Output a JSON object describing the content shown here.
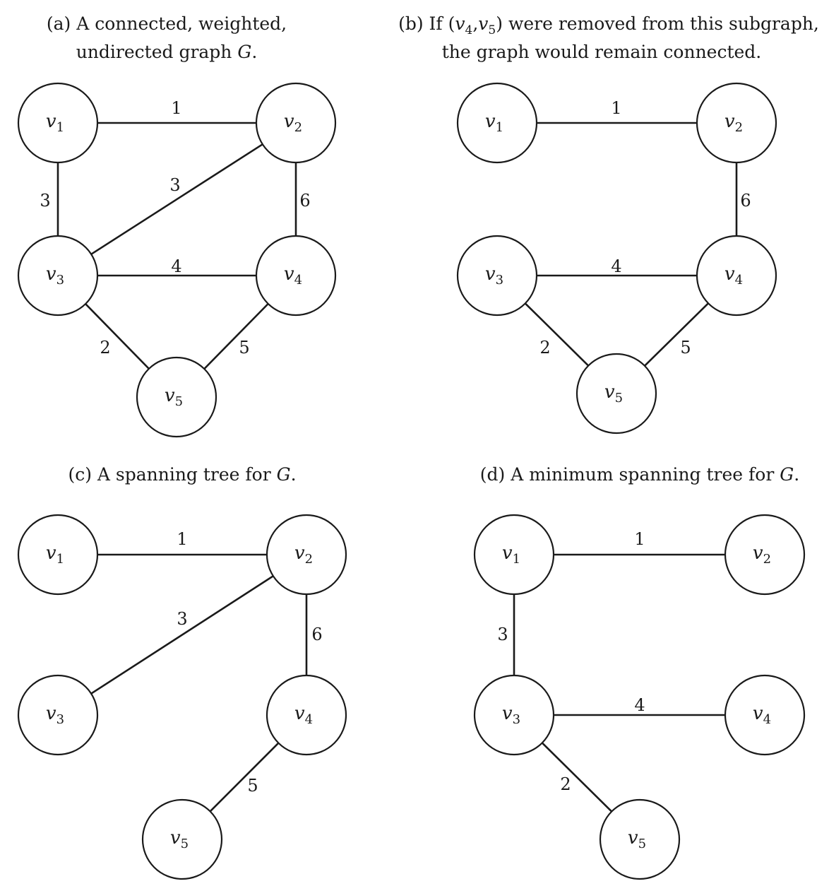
{
  "panels": [
    {
      "id": "a",
      "caption_lines": [
        [
          {
            "text": "(a) A connected, weighted,"
          }
        ],
        [
          {
            "text": "undirected graph "
          },
          {
            "text": "G",
            "italic": true
          },
          {
            "text": "."
          }
        ]
      ],
      "nodes": [
        {
          "id": "v1",
          "letter": "v",
          "sub": "1"
        },
        {
          "id": "v2",
          "letter": "v",
          "sub": "2"
        },
        {
          "id": "v3",
          "letter": "v",
          "sub": "3"
        },
        {
          "id": "v4",
          "letter": "v",
          "sub": "4"
        },
        {
          "id": "v5",
          "letter": "v",
          "sub": "5"
        }
      ],
      "edges": [
        {
          "from": "v1",
          "to": "v2",
          "weight": "1"
        },
        {
          "from": "v1",
          "to": "v3",
          "weight": "3"
        },
        {
          "from": "v2",
          "to": "v3",
          "weight": "3"
        },
        {
          "from": "v2",
          "to": "v4",
          "weight": "6"
        },
        {
          "from": "v3",
          "to": "v4",
          "weight": "4"
        },
        {
          "from": "v3",
          "to": "v5",
          "weight": "2"
        },
        {
          "from": "v4",
          "to": "v5",
          "weight": "5"
        }
      ]
    },
    {
      "id": "b",
      "caption_lines": [
        [
          {
            "text": "(b) If ("
          },
          {
            "text": "v",
            "italic": true
          },
          {
            "text": "4",
            "sub": true
          },
          {
            "text": ","
          },
          {
            "text": "v",
            "italic": true
          },
          {
            "text": "5",
            "sub": true
          },
          {
            "text": ") were removed from this subgraph,"
          }
        ],
        [
          {
            "text": "the graph would remain connected."
          }
        ]
      ],
      "nodes": [
        {
          "id": "v1",
          "letter": "v",
          "sub": "1"
        },
        {
          "id": "v2",
          "letter": "v",
          "sub": "2"
        },
        {
          "id": "v3",
          "letter": "v",
          "sub": "3"
        },
        {
          "id": "v4",
          "letter": "v",
          "sub": "4"
        },
        {
          "id": "v5",
          "letter": "v",
          "sub": "5"
        }
      ],
      "edges": [
        {
          "from": "v1",
          "to": "v2",
          "weight": "1"
        },
        {
          "from": "v2",
          "to": "v4",
          "weight": "6"
        },
        {
          "from": "v3",
          "to": "v4",
          "weight": "4"
        },
        {
          "from": "v3",
          "to": "v5",
          "weight": "2"
        },
        {
          "from": "v4",
          "to": "v5",
          "weight": "5"
        }
      ]
    },
    {
      "id": "c",
      "caption_lines": [
        [
          {
            "text": "(c) A spanning tree for "
          },
          {
            "text": "G",
            "italic": true
          },
          {
            "text": "."
          }
        ]
      ],
      "nodes": [
        {
          "id": "v1",
          "letter": "v",
          "sub": "1"
        },
        {
          "id": "v2",
          "letter": "v",
          "sub": "2"
        },
        {
          "id": "v3",
          "letter": "v",
          "sub": "3"
        },
        {
          "id": "v4",
          "letter": "v",
          "sub": "4"
        },
        {
          "id": "v5",
          "letter": "v",
          "sub": "5"
        }
      ],
      "edges": [
        {
          "from": "v1",
          "to": "v2",
          "weight": "1"
        },
        {
          "from": "v2",
          "to": "v3",
          "weight": "3"
        },
        {
          "from": "v2",
          "to": "v4",
          "weight": "6"
        },
        {
          "from": "v4",
          "to": "v5",
          "weight": "5"
        }
      ]
    },
    {
      "id": "d",
      "caption_lines": [
        [
          {
            "text": "(d) A minimum spanning tree for "
          },
          {
            "text": "G",
            "italic": true
          },
          {
            "text": "."
          }
        ]
      ],
      "nodes": [
        {
          "id": "v1",
          "letter": "v",
          "sub": "1"
        },
        {
          "id": "v2",
          "letter": "v",
          "sub": "2"
        },
        {
          "id": "v3",
          "letter": "v",
          "sub": "3"
        },
        {
          "id": "v4",
          "letter": "v",
          "sub": "4"
        },
        {
          "id": "v5",
          "letter": "v",
          "sub": "5"
        }
      ],
      "edges": [
        {
          "from": "v1",
          "to": "v2",
          "weight": "1"
        },
        {
          "from": "v1",
          "to": "v3",
          "weight": "3"
        },
        {
          "from": "v3",
          "to": "v4",
          "weight": "4"
        },
        {
          "from": "v3",
          "to": "v5",
          "weight": "2"
        }
      ]
    }
  ]
}
